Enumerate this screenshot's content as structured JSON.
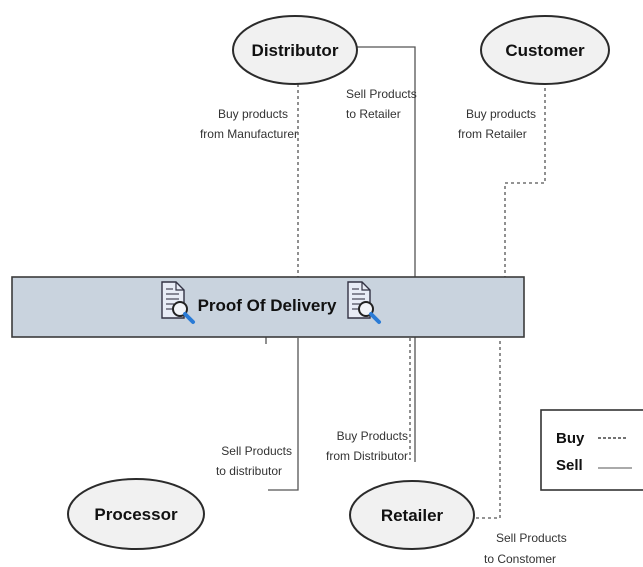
{
  "nodes": {
    "distributor": "Distributor",
    "customer": "Customer",
    "processor": "Processor",
    "retailer": "Retailer"
  },
  "bar": {
    "title": "Proof Of Delivery"
  },
  "labels": {
    "buy_from_manufacturer": [
      "Buy products",
      "from Manufacturer"
    ],
    "sell_to_retailer": [
      "Sell Products",
      "to Retailer"
    ],
    "buy_from_retailer": [
      "Buy products",
      "from Retailer"
    ],
    "buy_from_distributor": [
      "Buy Products",
      "from Distributor"
    ],
    "sell_to_distributor": [
      "Sell Products",
      "to distributor"
    ],
    "sell_to_customer": [
      "Sell Products",
      "to Constomer"
    ]
  },
  "legend": {
    "buy": "Buy",
    "sell": "Sell"
  },
  "icons": [
    "document-search-icon",
    "document-search-icon"
  ]
}
